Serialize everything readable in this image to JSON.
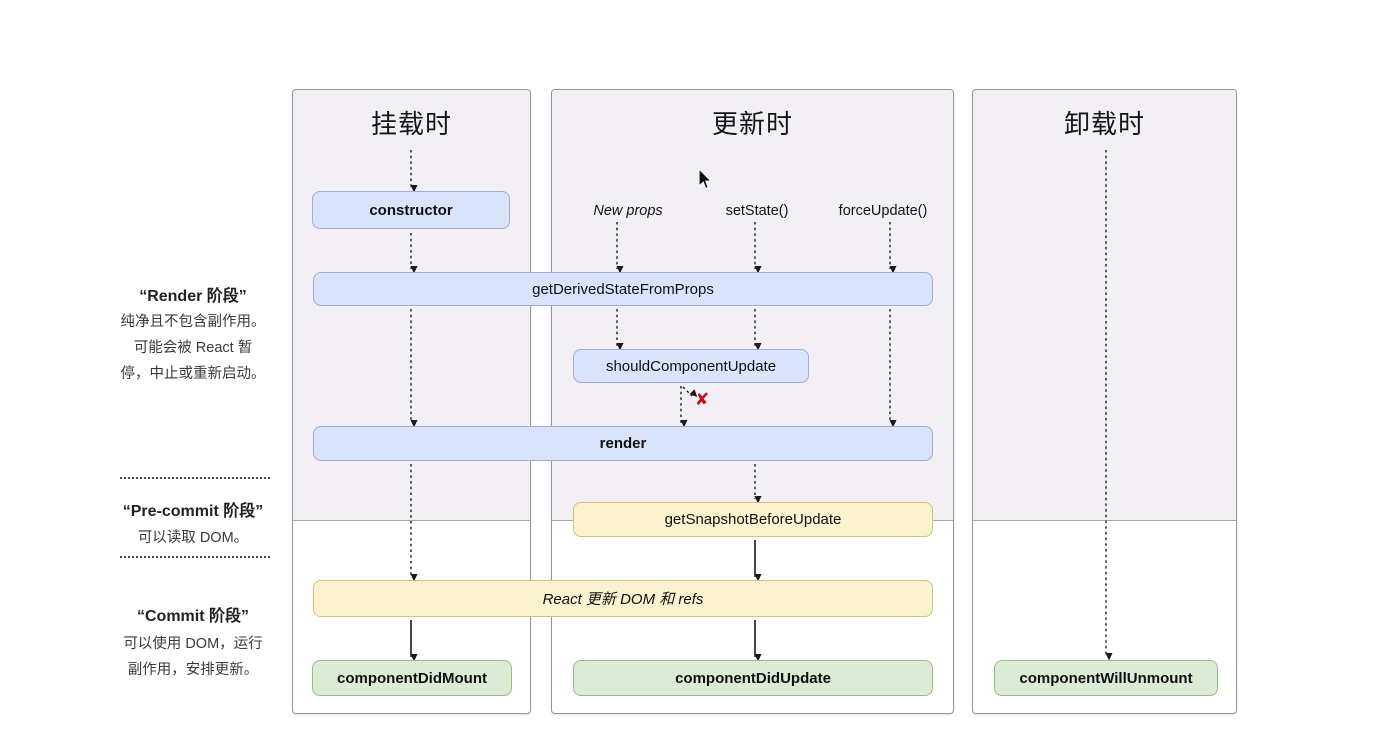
{
  "diagram": {
    "columns": [
      {
        "title": "挂载时"
      },
      {
        "title": "更新时"
      },
      {
        "title": "卸载时"
      }
    ],
    "triggers": [
      {
        "label": "New props"
      },
      {
        "label": "setState()"
      },
      {
        "label": "forceUpdate()"
      }
    ],
    "methods": {
      "constructor": "constructor",
      "getDerivedStateFromProps": "getDerivedStateFromProps",
      "shouldComponentUpdate": "shouldComponentUpdate",
      "render": "render",
      "getSnapshotBeforeUpdate": "getSnapshotBeforeUpdate",
      "reactUpdates": "React 更新 DOM 和 refs",
      "componentDidMount": "componentDidMount",
      "componentDidUpdate": "componentDidUpdate",
      "componentWillUnmount": "componentWillUnmount"
    },
    "phases": [
      {
        "title": "“Render 阶段”",
        "lines": [
          "纯净且不包含副作用。",
          "可能会被 React 暂",
          "停，中止或重新启动。"
        ]
      },
      {
        "title": "“Pre-commit 阶段”",
        "lines": [
          "可以读取 DOM。"
        ]
      },
      {
        "title": "“Commit 阶段”",
        "lines": [
          "可以使用 DOM，运行",
          "副作用，安排更新。"
        ]
      }
    ],
    "icons": {
      "reject_x": "✘"
    },
    "colors": {
      "panel_bg_top": "#f2eff5",
      "panel_bg_bottom": "#ffffff",
      "panel_border": "#98989c",
      "blue_fill": "#d9e4fa",
      "blue_border": "#9fabe2",
      "yellow_fill": "#fbf2cf",
      "yellow_border": "#d9c078",
      "green_fill": "#dcebd5",
      "green_border": "#95bd7f",
      "reject_x": "#c41212",
      "arrow": "#1a1a1a"
    }
  }
}
